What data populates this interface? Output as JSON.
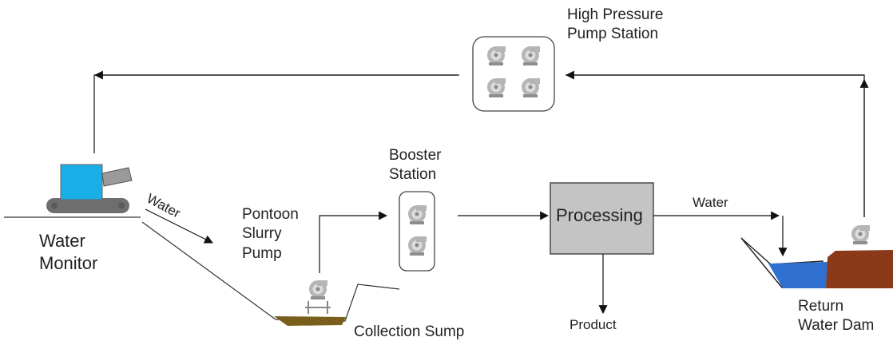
{
  "labels": {
    "high_pressure_line1": "High Pressure",
    "high_pressure_line2": "Pump Station",
    "booster_line1": "Booster",
    "booster_line2": "Station",
    "processing": "Processing",
    "water_top": "Water",
    "water_diagonal": "Water",
    "pontoon_line1": "Pontoon",
    "pontoon_line2": "Slurry",
    "pontoon_line3": "Pump",
    "water_monitor_line1": "Water",
    "water_monitor_line2": "Monitor",
    "collection_sump": "Collection Sump",
    "product": "Product",
    "return_line1": "Return",
    "return_line2": "Water Dam"
  },
  "colors": {
    "monitor_blue": "#19aee8",
    "machine_grey": "#6e6e6e",
    "processing_fill": "#c4c4c4",
    "sump_mud": "#7a5e1c",
    "dam_water": "#2f6fd0",
    "dam_soil": "#8a3a18",
    "pump_grey": "#9a9a9a"
  }
}
